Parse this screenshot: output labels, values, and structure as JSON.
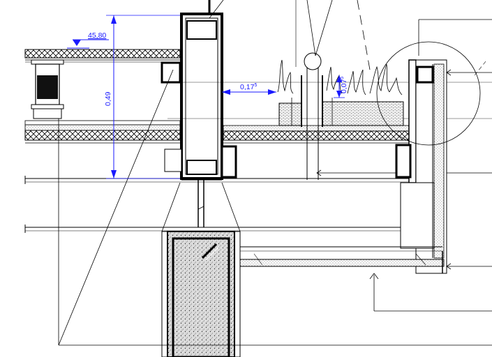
{
  "drawing": {
    "dimensions": {
      "elevation": "45,80",
      "height": "0,49",
      "gap_main": "0,17",
      "gap_main_sup": "5",
      "gap_small": "0,07",
      "gap_small_sup": "5"
    },
    "colors": {
      "dimension": "#1a1aff",
      "line": "#000000",
      "concrete": "#d9d9d9",
      "gravel": "#e6e6e6"
    }
  }
}
